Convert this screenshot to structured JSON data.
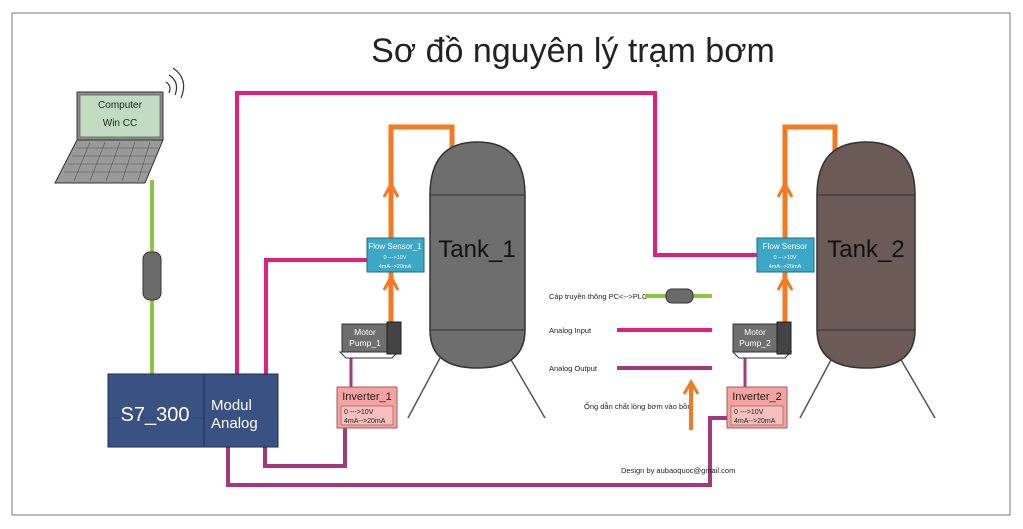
{
  "title": "Sơ đồ nguyên lý trạm bơm",
  "computer": {
    "line1": "Computer",
    "line2": "Win CC"
  },
  "plc": {
    "label": "S7_300"
  },
  "modul": {
    "line1": "Modul",
    "line2": "Analog"
  },
  "tank1": {
    "label": "Tank_1"
  },
  "tank2": {
    "label": "Tank_2"
  },
  "flow_sensor_1": {
    "title": "Flow Sensor_1",
    "line1": "0 --->10V",
    "line2": "4mA-->20mA"
  },
  "flow_sensor_2": {
    "title": "Flow Sensor",
    "line1": "0 --->10V",
    "line2": "4mA-->20mA"
  },
  "motor_pump_1": {
    "line1": "Motor",
    "line2": "Pump_1"
  },
  "motor_pump_2": {
    "line1": "Motor",
    "line2": "Pump_2"
  },
  "inverter_1": {
    "title": "Inverter_1",
    "line1": "0 --->10V",
    "line2": "4mA-->20mA"
  },
  "inverter_2": {
    "title": "Inverter_2",
    "line1": "0 --->10V",
    "line2": "4mA-->20mA"
  },
  "legend": {
    "comm": "Cáp truyền thông PC<-->PLC",
    "analog_input": "Analog Input",
    "analog_output": "Analog Output",
    "pipe": "Ống dẫn chất lỏng bơm vào bồn"
  },
  "credit": "Design by aubaoquoc@gmail.com",
  "colors": {
    "analog_input": "#e0207f",
    "analog_output": "#a3387e",
    "pipe": "#f37a20",
    "comm": "#8dc63f",
    "tank1": "#6e6e6e",
    "tank2": "#6b5a55",
    "plc": "#3a5283",
    "sensor": "#3aa8c6",
    "inverter": "#f4a3a0",
    "laptop_screen": "#c2dcc1"
  }
}
